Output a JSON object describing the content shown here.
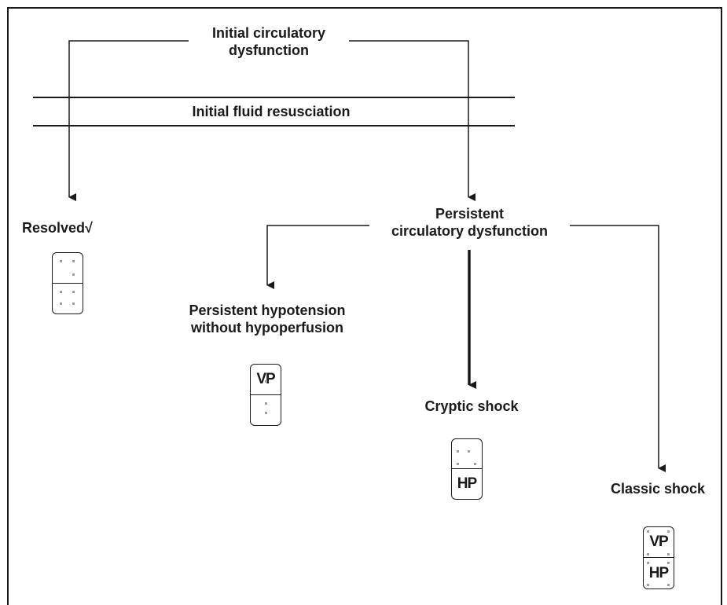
{
  "diagram": {
    "nodes": {
      "initial": "Initial circulatory\ndysfunction",
      "fluid": "Initial fluid resusciation",
      "resolved": "Resolved√",
      "persistent": "Persistent\ncirculatory dysfunction",
      "hypotension": "Persistent hypotension\nwithout hypoperfusion",
      "cryptic": "Cryptic shock",
      "classic": "Classic shock"
    },
    "dominoes": {
      "resolved": {
        "top": "",
        "bottom": ""
      },
      "hypotension": {
        "top": "VP",
        "bottom": ""
      },
      "cryptic": {
        "top": "",
        "bottom": "HP"
      },
      "classic": {
        "top": "VP",
        "bottom": "HP"
      }
    },
    "colors": {
      "line": "#1a1a1a",
      "dot": "#a0a0a0",
      "background": "#ffffff"
    }
  }
}
